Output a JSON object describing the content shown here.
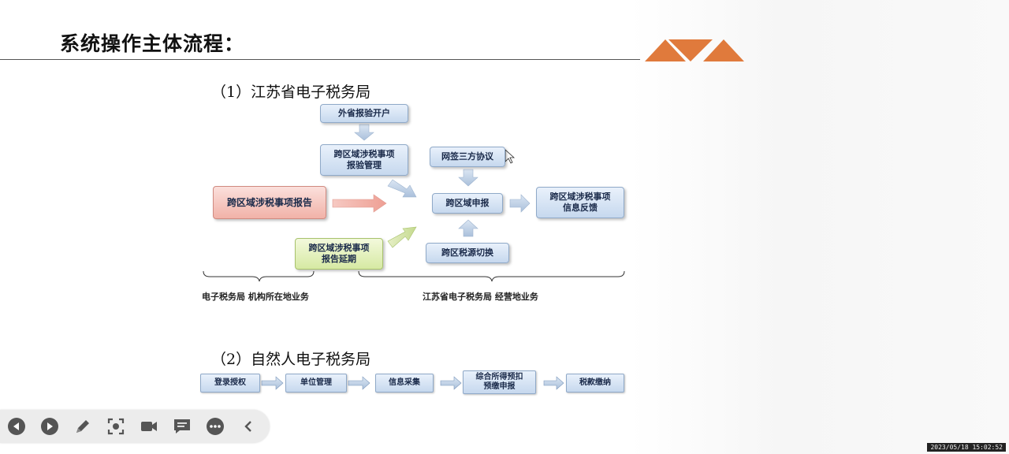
{
  "slide": {
    "title": "系统操作主体流程：",
    "section1": "（1）江苏省电子税务局",
    "section2": "（2）自然人电子税务局"
  },
  "flow1": {
    "box_open": "外省报验开户",
    "box_manage": "跨区域涉税事项\n报验管理",
    "box_report": "跨区域涉税事项报告",
    "box_extend": "跨区域涉税事项\n报告延期",
    "box_agreement": "网签三方协议",
    "box_declare": "跨区域申报",
    "box_switch": "跨区税源切换",
    "box_feedback": "跨区域涉税事项\n信息反馈",
    "caption_left": "电子税务局 机构所在地业务",
    "caption_right": "江苏省电子税务局 经营地业务"
  },
  "flow2": {
    "steps": [
      "登录授权",
      "单位管理",
      "信息采集",
      "综合所得预扣\n预缴申报",
      "税款缴纳"
    ]
  },
  "toolbar": {
    "icons": [
      "prev-icon",
      "next-icon",
      "pen-icon",
      "screenshot-icon",
      "camera-icon",
      "comment-icon",
      "more-icon",
      "collapse-icon"
    ]
  },
  "timestamp": "2023/05/18 15:02:52",
  "colors": {
    "logo": "#e07a3c",
    "box_blue": "#c6d8ee",
    "box_red": "#f1b2a8",
    "box_green": "#d6e9a3"
  }
}
